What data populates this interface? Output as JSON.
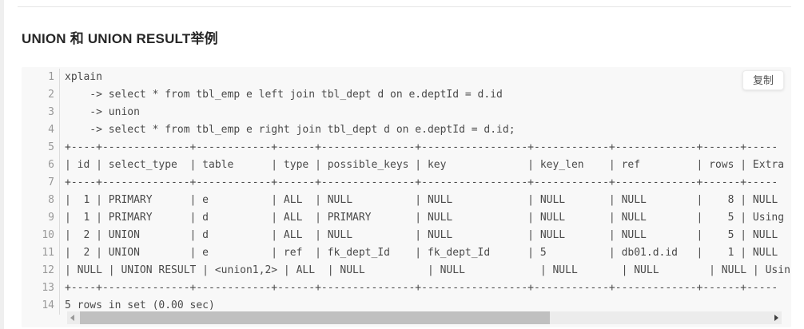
{
  "page": {
    "heading": "UNION 和 UNION RESULT举例"
  },
  "code_block": {
    "copy_button": "复制",
    "lines": [
      {
        "n": "1",
        "t": "xplain"
      },
      {
        "n": "2",
        "t": "    -> select * from tbl_emp e left join tbl_dept d on e.deptId = d.id"
      },
      {
        "n": "3",
        "t": "    -> union"
      },
      {
        "n": "4",
        "t": "    -> select * from tbl_emp e right join tbl_dept d on e.deptId = d.id;"
      },
      {
        "n": "5",
        "t": "+----+--------------+------------+------+---------------+-----------------+------------+-------------+------+-----"
      },
      {
        "n": "6",
        "t": "| id | select_type  | table      | type | possible_keys | key             | key_len    | ref         | rows | Extra"
      },
      {
        "n": "7",
        "t": "+----+--------------+------------+------+---------------+-----------------+------------+-------------+------+-----"
      },
      {
        "n": "8",
        "t": "|  1 | PRIMARY      | e          | ALL  | NULL          | NULL            | NULL       | NULL        |    8 | NULL"
      },
      {
        "n": "9",
        "t": "|  1 | PRIMARY      | d          | ALL  | PRIMARY       | NULL            | NULL       | NULL        |    5 | Using"
      },
      {
        "n": "10",
        "t": "|  2 | UNION        | d          | ALL  | NULL          | NULL            | NULL       | NULL        |    5 | NULL"
      },
      {
        "n": "11",
        "t": "|  2 | UNION        | e          | ref  | fk_dept_Id    | fk_dept_Id      | 5          | db01.d.id   |    1 | NULL"
      },
      {
        "n": "12",
        "t": "| NULL | UNION RESULT | <union1,2> | ALL  | NULL          | NULL            | NULL       | NULL        | NULL | Usin"
      },
      {
        "n": "13",
        "t": "+----+--------------+------------+------+---------------+-----------------+------------+-------------+------+-----"
      },
      {
        "n": "14",
        "t": "5 rows in set (0.00 sec)"
      }
    ]
  }
}
